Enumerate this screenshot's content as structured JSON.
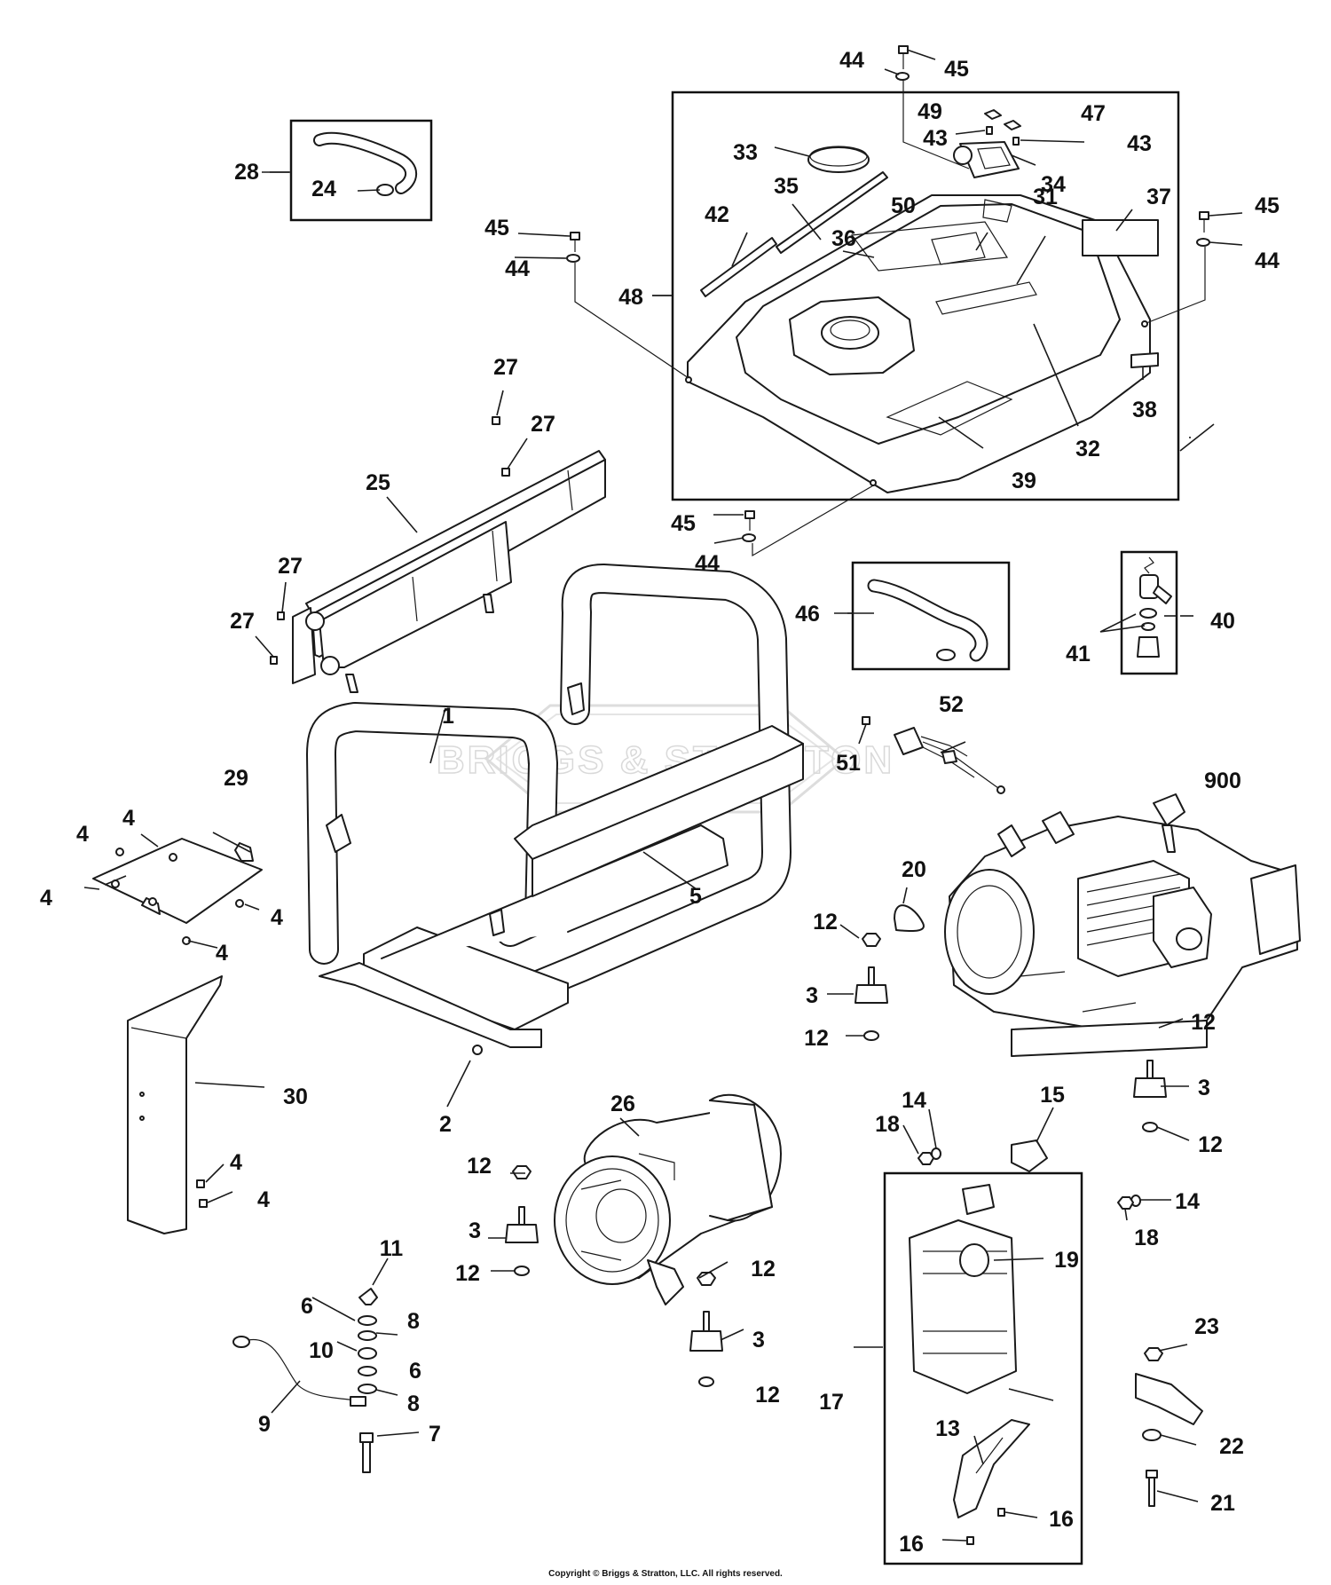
{
  "diagram": {
    "watermark": "BRIGGS & STRATTON",
    "copyright": "Copyright © Briggs & Stratton, LLC. All rights reserved.",
    "callouts": [
      "1",
      "2",
      "3",
      "4",
      "5",
      "6",
      "7",
      "8",
      "9",
      "10",
      "11",
      "12",
      "13",
      "14",
      "15",
      "16",
      "17",
      "18",
      "19",
      "20",
      "21",
      "22",
      "23",
      "24",
      "25",
      "26",
      "27",
      "28",
      "29",
      "30",
      "31",
      "32",
      "33",
      "34",
      "35",
      "36",
      "37",
      "38",
      "39",
      "40",
      "41",
      "42",
      "43",
      "44",
      "45",
      "46",
      "47",
      "48",
      "49",
      "50",
      "51",
      "52",
      "900"
    ]
  }
}
